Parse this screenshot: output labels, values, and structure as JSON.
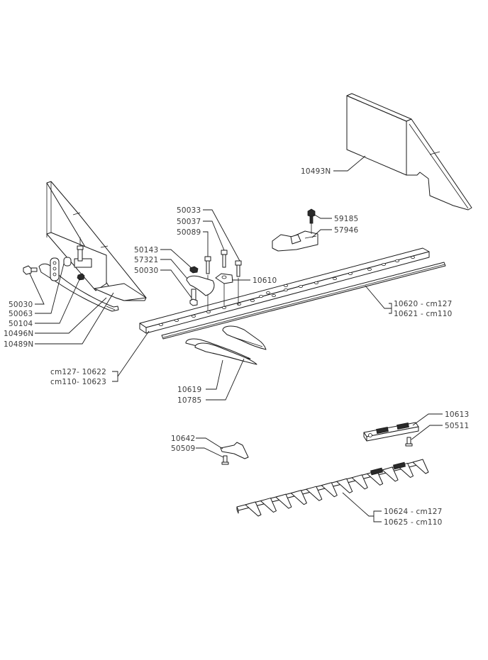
{
  "diagram": {
    "title": "Cutter bar exploded parts diagram",
    "line_color": "#1a1a1a",
    "label_color": "#3a3a3a",
    "background": "#ffffff"
  },
  "labels": {
    "p10493N": "10493N",
    "p59185": "59185",
    "p57946": "57946",
    "p50033": "50033",
    "p50037": "50037",
    "p50089": "50089",
    "p50143": "50143",
    "p57321": "57321",
    "p50030_top": "50030",
    "p10610": "10610",
    "p50030_left": "50030",
    "p50063": "50063",
    "p50104": "50104",
    "p10496N": "10496N",
    "p10489N": "10489N",
    "p10620": "10620 - cm127",
    "p10621": "10621 - cm110",
    "p10622": "cm127-  10622",
    "p10623": "cm110-  10623",
    "p10619": "10619",
    "p10785": "10785",
    "p10613": "10613",
    "p50511": "50511",
    "p10642": "10642",
    "p50509": "50509",
    "p10624": "10624 - cm127",
    "p10625": "10625 - cm110"
  }
}
